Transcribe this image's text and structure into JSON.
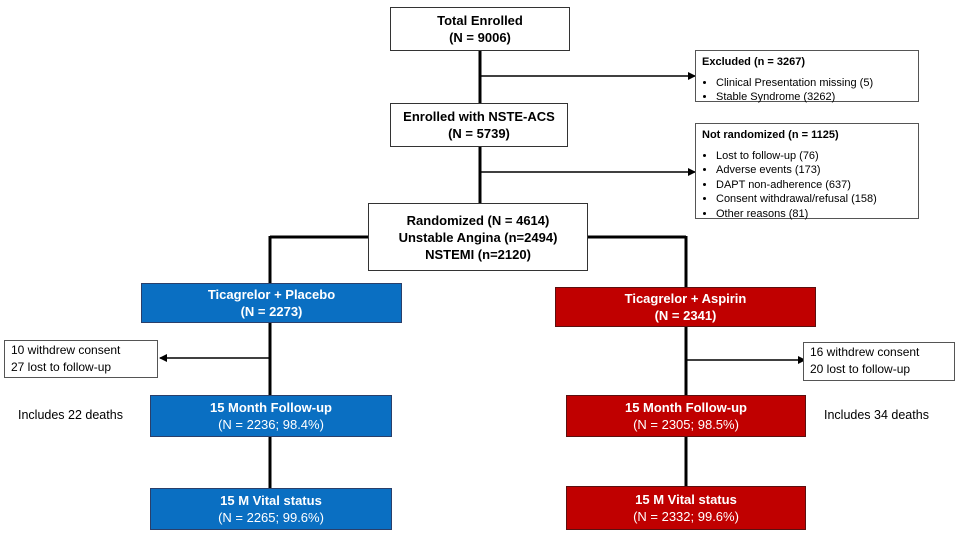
{
  "total": {
    "title": "Total Enrolled",
    "n": "(N = 9006)"
  },
  "excluded": {
    "title": "Excluded (n = 3267)",
    "items": [
      "Clinical Presentation missing (5)",
      "Stable Syndrome (3262)"
    ]
  },
  "nste": {
    "title": "Enrolled with NSTE-ACS",
    "n": "(N = 5739)"
  },
  "not_randomized": {
    "title": "Not randomized (n = 1125)",
    "items": [
      "Lost to follow-up (76)",
      "Adverse events (173)",
      "DAPT non-adherence (637)",
      "Consent withdrawal/refusal (158)",
      "Other reasons (81)"
    ]
  },
  "randomized": {
    "line1": "Randomized (N = 4614)",
    "line2": "Unstable Angina (n=2494)",
    "line3": "NSTEMI (n=2120)"
  },
  "left_arm": {
    "title": "Ticagrelor + Placebo",
    "n": "(N = 2273)",
    "withdrew_1": "10 withdrew consent",
    "withdrew_2": "27 lost to follow-up",
    "deaths": "Includes 22 deaths",
    "followup_title": "15 Month Follow-up",
    "followup_n": "(N = 2236; 98.4%)",
    "vital_title": "15 M Vital status",
    "vital_n": "(N = 2265; 99.6%)"
  },
  "right_arm": {
    "title": "Ticagrelor + Aspirin",
    "n": "(N = 2341)",
    "withdrew_1": "16 withdrew consent",
    "withdrew_2": "20 lost to follow-up",
    "deaths": "Includes 34 deaths",
    "followup_title": "15 Month Follow-up",
    "followup_n": "(N = 2305; 98.5%)",
    "vital_title": "15 M Vital status",
    "vital_n": "(N = 2332; 99.6%)"
  },
  "colors": {
    "placebo_arm": "#0a6fc2",
    "aspirin_arm": "#c00000"
  }
}
